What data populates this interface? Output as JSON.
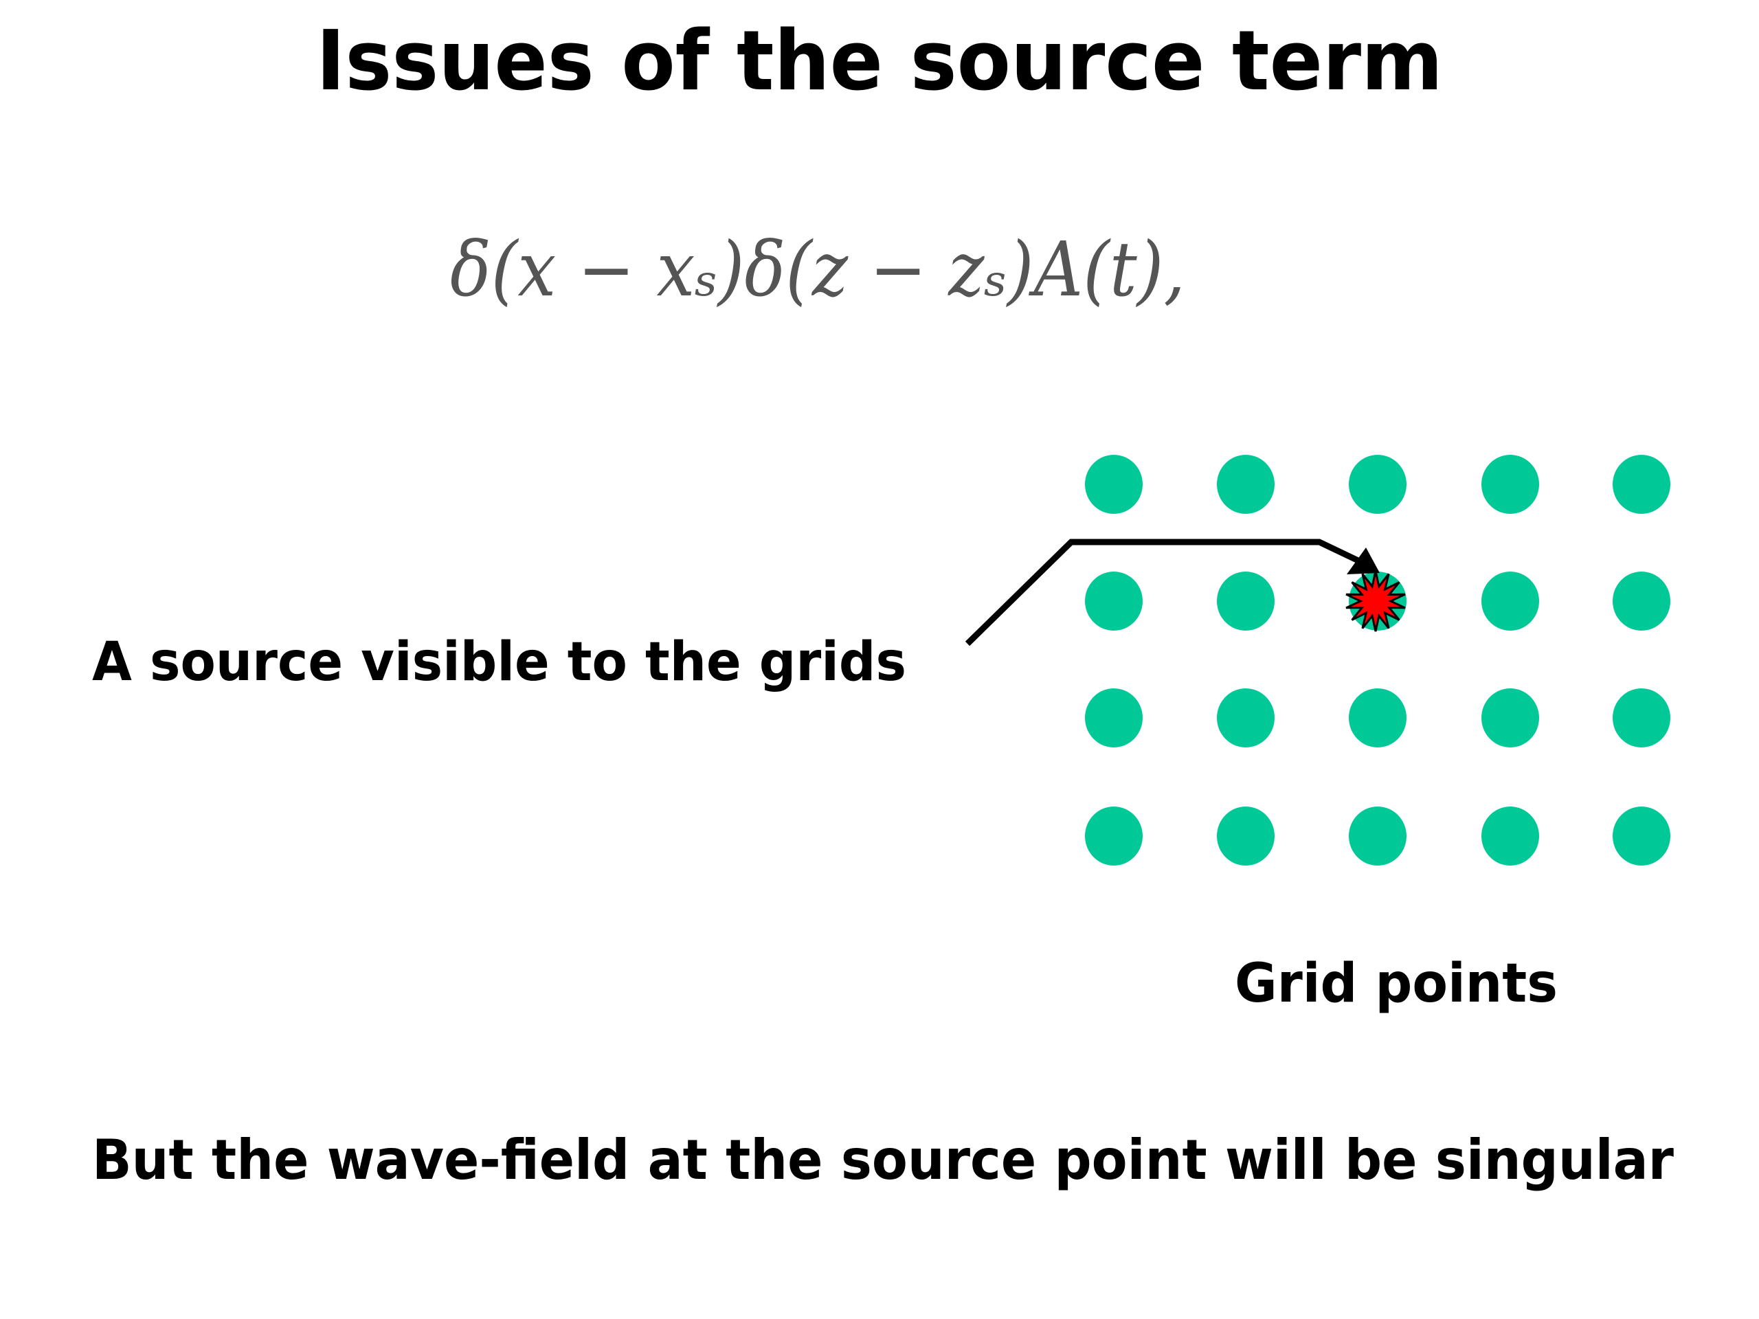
{
  "slide": {
    "title": "Issues of the source term",
    "formula": "δ(x − xₛ)δ(z − zₛ)A(t),",
    "source_label": "A source visible to the grids",
    "grid_label": "Grid points",
    "conclusion": "But the wave-field at the source point will be singular"
  },
  "grid": {
    "rows": 4,
    "cols": 5,
    "source_row": 1,
    "source_col": 2
  },
  "colors": {
    "grid_point": "#00C896",
    "source": "#FF0000",
    "arrow": "#000000"
  }
}
